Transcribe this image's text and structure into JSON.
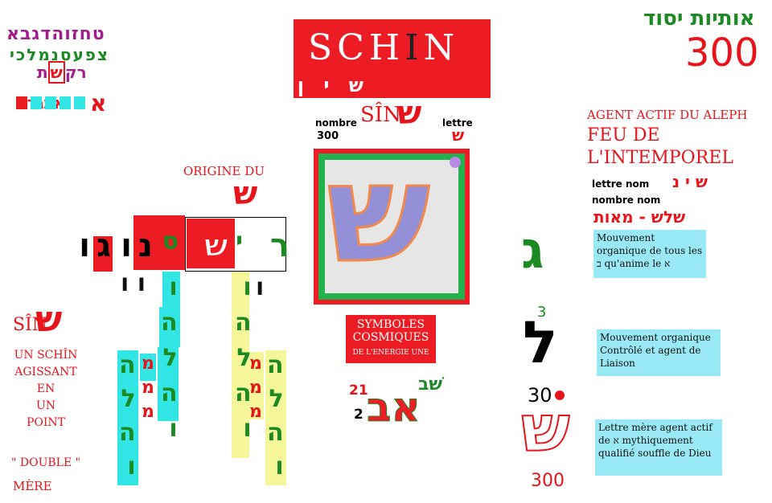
{
  "header": {
    "title_main": "SCH",
    "title_i": "I",
    "title_n": "N",
    "title_hebrew": "ש י ן",
    "top_right_hebrew": "אותיות יסוד",
    "top_right_number": "300"
  },
  "alphabet": {
    "row1": "טחזוהדגבא",
    "row2": "צפעסנמלכי",
    "row3_before": "ת",
    "row3_boxed": "ש",
    "row3_after": "רק",
    "row4": "אבגדה"
  },
  "center": {
    "nombre_label": "nombre",
    "nombre_value": "300",
    "sin_word": "SÎN",
    "sin_letter": "ש",
    "lettre_label": "lettre",
    "lettre_value": "ש",
    "big_letter": "ש",
    "symboles": "SYMBOLES\nCOSMIQUES",
    "symboles_sub": "DE L'ENERGIE UNE",
    "num21": "21",
    "num2": "2",
    "hebrew_pair": "שׁב",
    "hebrew_small": "אב"
  },
  "left": {
    "origine": "ORIGINE DU",
    "origine_letter": "ש",
    "row_letters": [
      "ו",
      "ג",
      "ו",
      "נ",
      "ס",
      "ש",
      "י",
      "ר"
    ],
    "sin_word": "SÎN",
    "sin_letter": "ש",
    "desc_lines": [
      "UN SCHÎN",
      "AGISSANT",
      "EN",
      "UN",
      "POINT"
    ],
    "double": "\" DOUBLE \"",
    "mere": "MÈRE"
  },
  "right": {
    "agent_title": "AGENT ACTIF DU ALEPH",
    "feu_line1": "FEU DE",
    "feu_line2": "L'INTEMPOREL",
    "lettre_nom": "lettre nom",
    "lettre_nom_heb": "ש י נ",
    "nombre_nom": "nombre nom",
    "nombre_nom_heb": "שלש - מאות",
    "box1": "Mouvement organique de tous les ב qu'anime le א",
    "box2": "Mouvement organique Contrôlé et agent de Liaison",
    "box3": "Lettre mère agent actif de א mythiquement qualifié souffle de Dieu",
    "num3": "3",
    "num30": "30",
    "num300": "300"
  }
}
